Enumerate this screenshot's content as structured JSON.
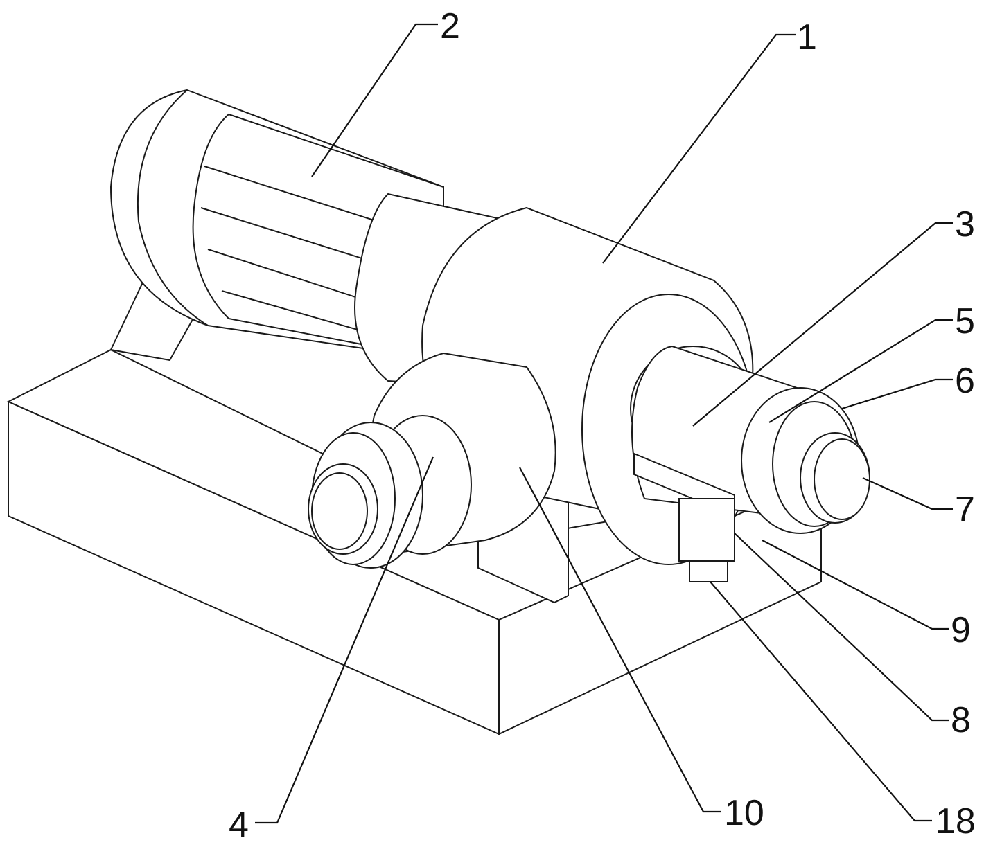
{
  "figure": {
    "labels": [
      {
        "id": "1",
        "text": "1"
      },
      {
        "id": "2",
        "text": "2"
      },
      {
        "id": "3",
        "text": "3"
      },
      {
        "id": "4",
        "text": "4"
      },
      {
        "id": "5",
        "text": "5"
      },
      {
        "id": "6",
        "text": "6"
      },
      {
        "id": "7",
        "text": "7"
      },
      {
        "id": "8",
        "text": "8"
      },
      {
        "id": "9",
        "text": "9"
      },
      {
        "id": "10",
        "text": "10"
      },
      {
        "id": "18",
        "text": "18"
      }
    ]
  }
}
